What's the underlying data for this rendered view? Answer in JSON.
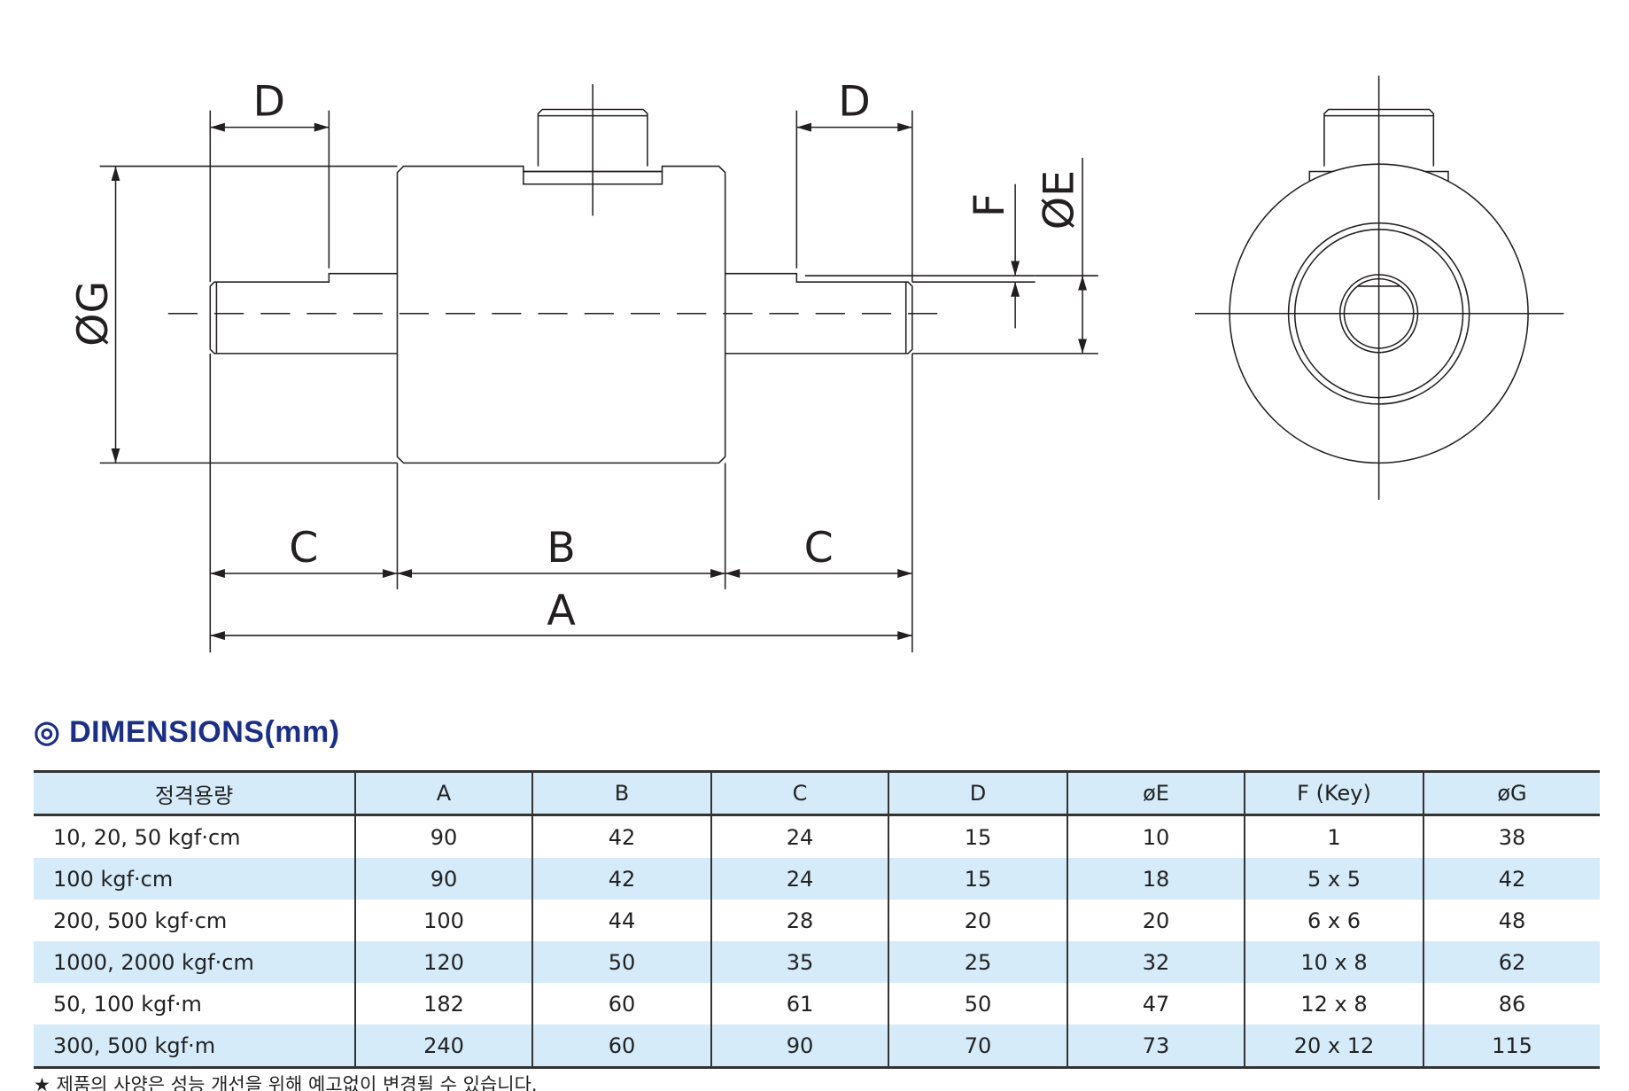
{
  "drawing": {
    "labels": {
      "d_left": "D",
      "d_right": "D",
      "g": "ØG",
      "f": "F",
      "e": "ØE",
      "c_left": "C",
      "b": "B",
      "c_right": "C",
      "a": "A"
    }
  },
  "section_title": "◎ DIMENSIONS(mm)",
  "table": {
    "headers": [
      "정격용량",
      "A",
      "B",
      "C",
      "D",
      "øE",
      "F (Key)",
      "øG"
    ],
    "rows": [
      [
        "10, 20, 50 kgf·cm",
        "90",
        "42",
        "24",
        "15",
        "10",
        "1",
        "38"
      ],
      [
        "100 kgf·cm",
        "90",
        "42",
        "24",
        "15",
        "18",
        "5 x 5",
        "42"
      ],
      [
        "200, 500 kgf·cm",
        "100",
        "44",
        "28",
        "20",
        "20",
        "6 x 6",
        "48"
      ],
      [
        "1000, 2000 kgf·cm",
        "120",
        "50",
        "35",
        "25",
        "32",
        "10 x 8",
        "62"
      ],
      [
        "50, 100 kgf·m",
        "182",
        "60",
        "61",
        "50",
        "47",
        "12 x 8",
        "86"
      ],
      [
        "300, 500 kgf·m",
        "240",
        "60",
        "90",
        "70",
        "73",
        "20 x 12",
        "115"
      ]
    ]
  },
  "footnote": "★ 제품의 사양은 성능 개선을 위해 예고없이 변경될 수 있습니다."
}
